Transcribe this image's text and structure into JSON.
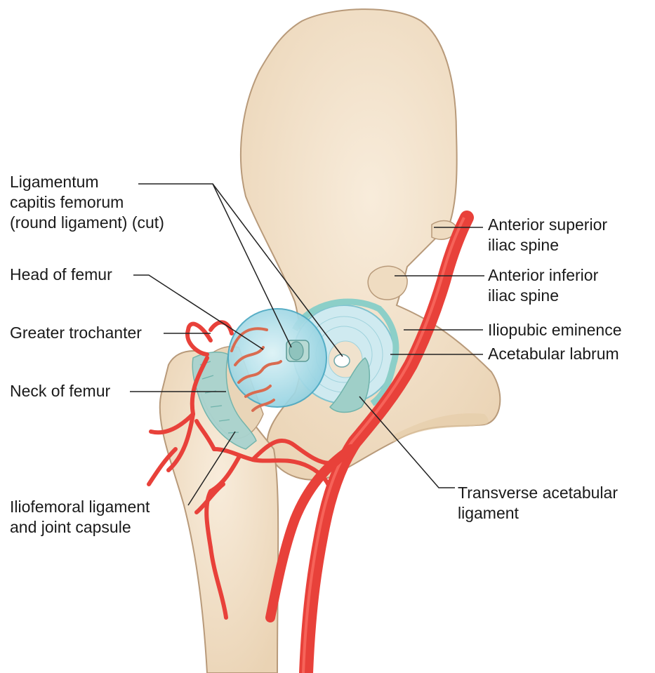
{
  "labels": {
    "ligamentum_capitis": [
      "Ligamentum",
      "capitis femorum",
      "(round ligament) (cut)"
    ],
    "head_of_femur": [
      "Head of femur"
    ],
    "greater_trochanter": [
      "Greater trochanter"
    ],
    "neck_of_femur": [
      "Neck of femur"
    ],
    "iliofemoral": [
      "Iliofemoral ligament",
      "and joint capsule"
    ],
    "asis": [
      "Anterior superior",
      "iliac spine"
    ],
    "aiis": [
      "Anterior inferior",
      "iliac spine"
    ],
    "iliopubic": [
      "Iliopubic eminence"
    ],
    "acetabular_labrum": [
      "Acetabular labrum"
    ],
    "transverse_acetabular": [
      "Transverse acetabular",
      "ligament"
    ]
  },
  "colors": {
    "bone": "#f3e3cc",
    "bone_outline": "#b89a7a",
    "artery": "#e8413a",
    "artery_dark": "#b8251f",
    "cartilage": "#bfe3ea",
    "ligament": "#a9d3cf",
    "leader": "#222222"
  }
}
